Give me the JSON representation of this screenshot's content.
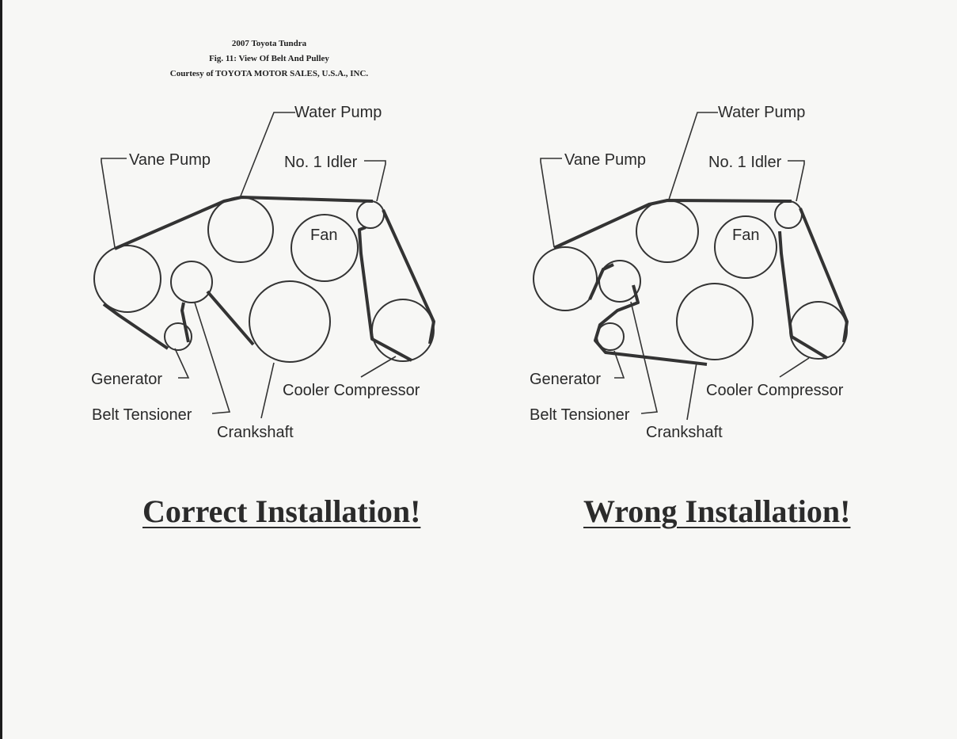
{
  "header": {
    "line1": "2007 Toyota Tundra",
    "line2": "Fig. 11: View Of Belt And Pulley",
    "line3": "Courtesy of TOYOTA MOTOR SALES, U.S.A., INC."
  },
  "correct": {
    "labels": {
      "water_pump": "Water Pump",
      "vane_pump": "Vane Pump",
      "idler": "No. 1 Idler",
      "fan": "Fan",
      "generator": "Generator",
      "belt_tensioner": "Belt Tensioner",
      "crankshaft": "Crankshaft",
      "cooler_compressor": "Cooler Compressor"
    },
    "verdict": "Correct Installation!"
  },
  "wrong": {
    "labels": {
      "water_pump": "Water Pump",
      "vane_pump": "Vane Pump",
      "idler": "No. 1 Idler",
      "fan": "Fan",
      "generator": "Generator",
      "belt_tensioner": "Belt Tensioner",
      "crankshaft": "Crankshaft",
      "cooler_compressor": "Cooler Compressor"
    },
    "verdict": "Wrong Installation!"
  },
  "colors": {
    "ink": "#2a2a2a",
    "belt": "#333333",
    "paper": "#f7f7f5"
  }
}
